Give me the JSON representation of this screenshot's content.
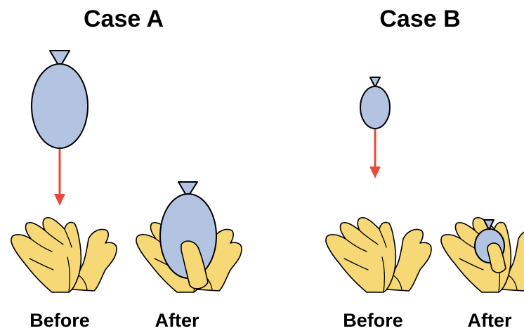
{
  "colors": {
    "balloon_fill": "#b3c4e3",
    "arrow": "#e54b3d",
    "hand_fill": "#f6d877",
    "outline": "#000000"
  },
  "cases": [
    {
      "title": "Case A",
      "before_label": "Before",
      "after_label": "After",
      "balloon_size": "large"
    },
    {
      "title": "Case B",
      "before_label": "Before",
      "after_label": "After",
      "balloon_size": "small"
    }
  ]
}
